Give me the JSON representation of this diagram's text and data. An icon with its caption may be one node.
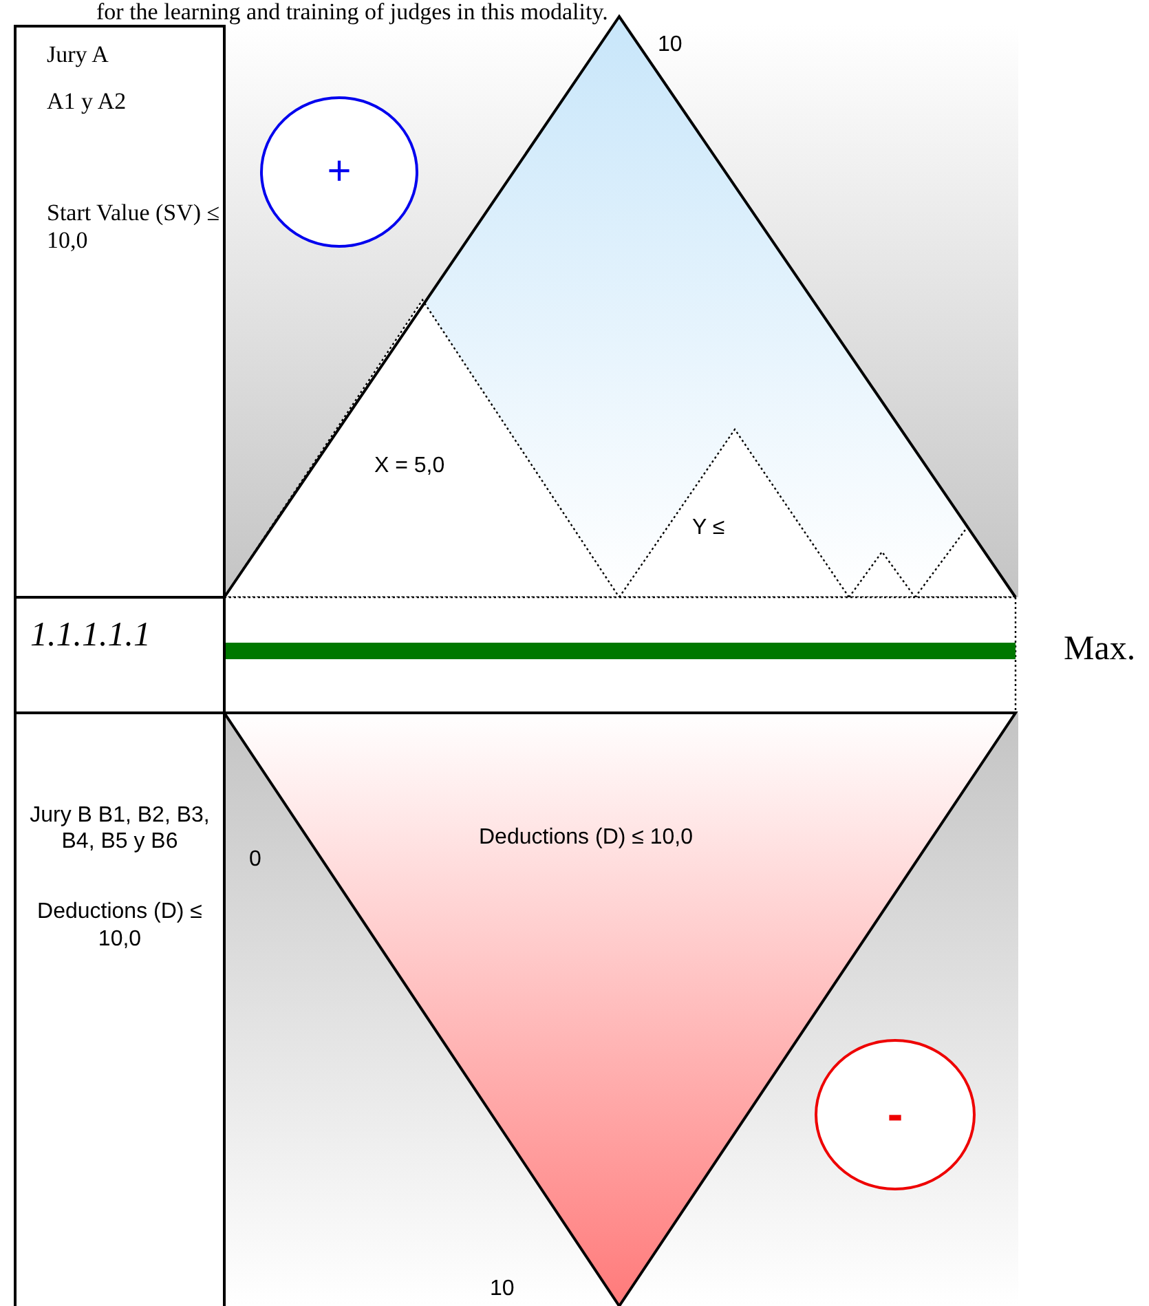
{
  "diagram": {
    "nodes": [
      {
        "text": [
          "Jury A",
          "A1 y A2",
          "Start Value (SV) ≤ 10,0"
        ]
      },
      {
        "text": [
          "+"
        ]
      },
      {
        "text": [
          "1.1.1.1.1"
        ]
      },
      {
        "text": [
          "Jury B B1, B2, B3, B4, B5 y B6",
          "Deductions (D) ≤ 10,0"
        ]
      },
      {
        "text": [
          "-"
        ]
      }
    ],
    "labels": [
      "for the learning and training of judges in this modality.",
      "10",
      "X = 5,0",
      "Y ≤",
      "Max.",
      "Deductions (D) ≤ 10,0",
      "0",
      "10"
    ]
  }
}
